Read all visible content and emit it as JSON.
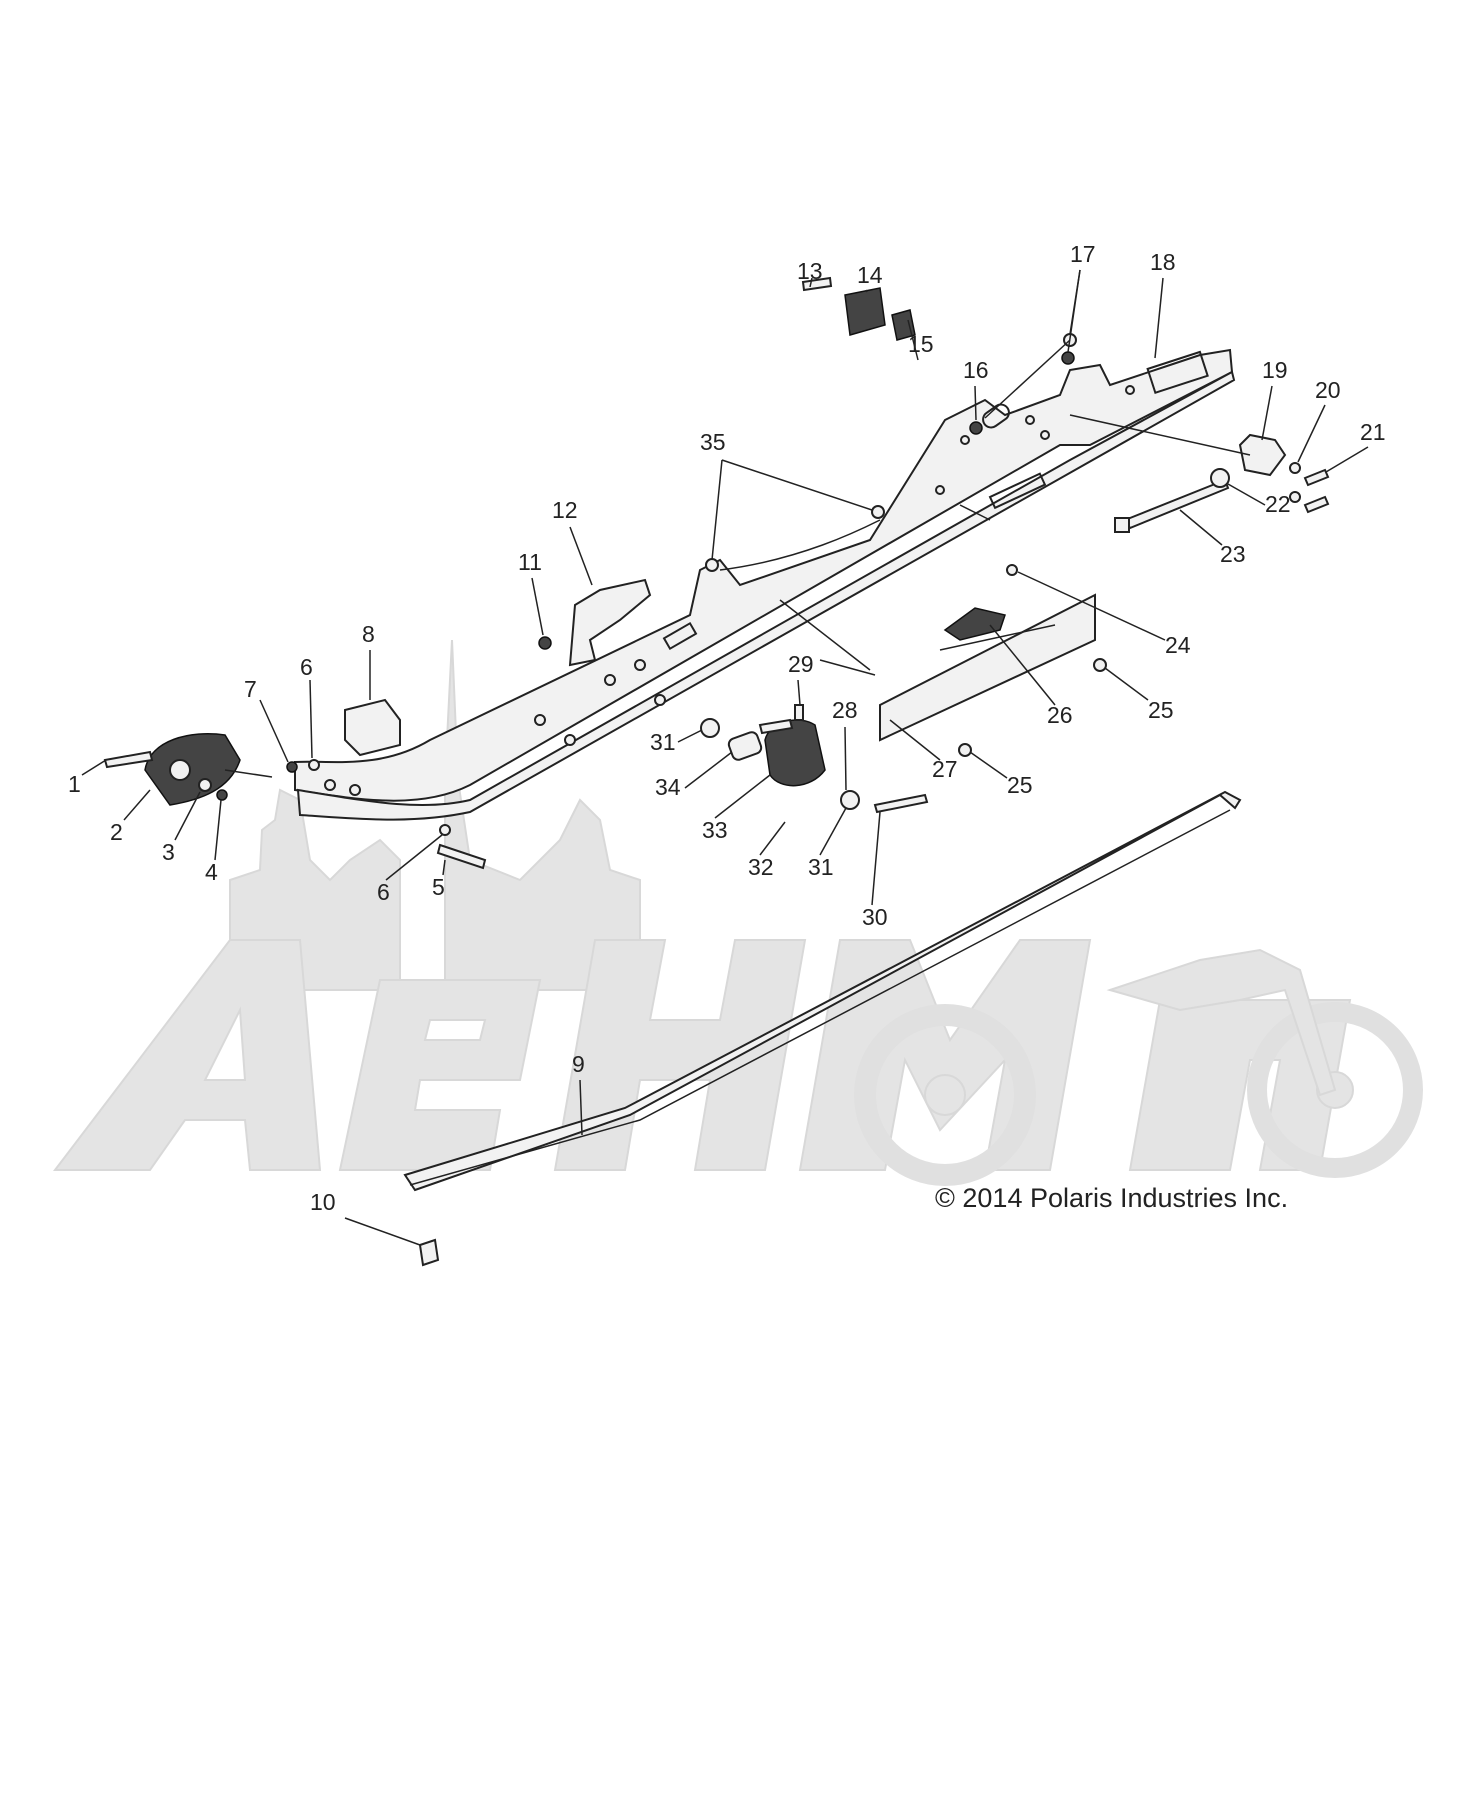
{
  "watermark": {
    "text": "AeHMoTo",
    "color": "#e4e4e4"
  },
  "copyright": "© 2014 Polaris Industries Inc.",
  "callouts": [
    "1",
    "2",
    "3",
    "4",
    "5",
    "6",
    "6",
    "7",
    "8",
    "9",
    "10",
    "11",
    "12",
    "13",
    "14",
    "15",
    "16",
    "17",
    "18",
    "19",
    "20",
    "21",
    "22",
    "23",
    "24",
    "25",
    "25",
    "26",
    "27",
    "28",
    "29",
    "30",
    "31",
    "31",
    "32",
    "33",
    "34",
    "35"
  ]
}
